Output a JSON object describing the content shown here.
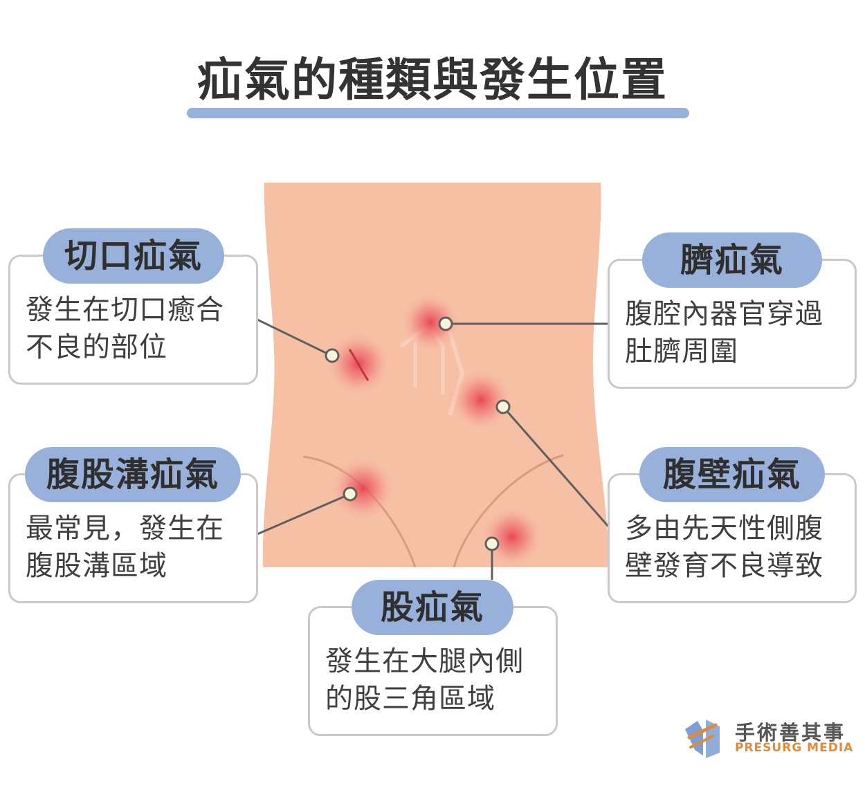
{
  "title": "疝氣的種類與發生位置",
  "colors": {
    "skin": "#f6c0a5",
    "accent": "#98b1db",
    "hotspot": "#e8424e",
    "line": "#5f5f5f",
    "brand_orange": "#e08b3a",
    "brand_blue": "#7f9fd4"
  },
  "labels": {
    "incisional": {
      "name": "切口疝氣",
      "desc_line1": "發生在切口癒合",
      "desc_line2": "不良的部位"
    },
    "umbilical": {
      "name": "臍疝氣",
      "desc_line1": "腹腔內器官穿過",
      "desc_line2": "肚臍周圍"
    },
    "inguinal": {
      "name": "腹股溝疝氣",
      "desc_line1": "最常見，發生在",
      "desc_line2": "腹股溝區域"
    },
    "ventral": {
      "name": "腹壁疝氣",
      "desc_line1": "多由先天性側腹",
      "desc_line2": "壁發育不良導致"
    },
    "femoral": {
      "name": "股疝氣",
      "desc_line1": "發生在大腿內側",
      "desc_line2": "的股三角區域"
    }
  },
  "brand": {
    "name_zh": "手術善其事",
    "name_en": "PRESURG MEDIA",
    "logo_icon": "presurg-logo-icon"
  }
}
